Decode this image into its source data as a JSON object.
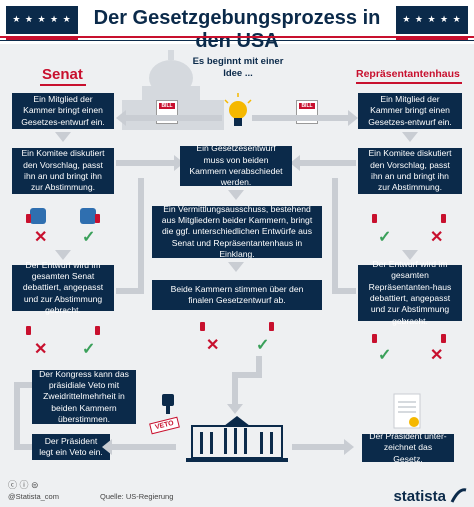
{
  "title": "Der Gesetzgebungsprozess in den USA",
  "start": "Es beginnt mit einer Idee ...",
  "senat_heading": "Senat",
  "house_heading": "Repräsentantenhaus",
  "bill_label": "BILL",
  "veto_label": "VETO",
  "senat": {
    "step1": "Ein Mitglied der Kammer bringt einen Gesetzes-entwurf ein.",
    "step2": "Ein Komitee diskutiert den Vorschlag, passt ihn an und bringt ihn zur Abstimmung.",
    "step3": "Der Entwurf wird im gesamten Senat debattiert, angepasst und zur Abstimmung gebracht."
  },
  "house": {
    "step1": "Ein Mitglied der Kammer bringt einen Gesetzes-entwurf ein.",
    "step2": "Ein Komitee diskutiert den Vorschlag, passt ihn an und bringt ihn zur Abstimmung.",
    "step3": "Der Entwurf wird im gesamten Repräsentanten-haus debattiert, angepasst und zur Abstimmung gebracht."
  },
  "center": {
    "step1": "Ein Gesetzesentwurf muss von beiden Kammern verabschiedet werden.",
    "step2": "Ein Vermittlungsausschuss, bestehend aus Mitgliedern beider Kammern, bringt die ggf. unterschiedlichen Entwürfe aus Senat und Repräsentantenhaus in Einklang.",
    "step3": "Beide Kammern stimmen über den finalen Gesetzentwurf ab."
  },
  "congress_veto": "Der Kongress kann das präsidiale Veto mit Zweidrittelmehrheit in beiden Kammern überstimmen.",
  "president_veto": "Der Präsident legt ein Veto ein.",
  "president_sign": "Der Präsident unter-zeichnet das Gesetz.",
  "footer": {
    "handle": "@Statista_com",
    "source": "Quelle: US-Regierung",
    "brand": "statista"
  },
  "colors": {
    "navy": "#0b2a4a",
    "red": "#c8102e",
    "blue": "#2f6fb0",
    "green": "#3aa05a",
    "bg": "#eef0f2"
  }
}
